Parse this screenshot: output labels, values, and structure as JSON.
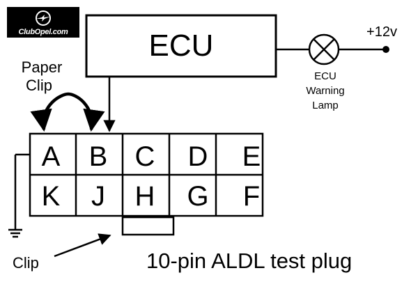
{
  "logo": {
    "text": "ClubOpel.com",
    "icon": "opel-blitz-logo"
  },
  "ecu": {
    "label": "ECU"
  },
  "lamp": {
    "line1": "ECU",
    "line2": "Warning",
    "line3": "Lamp",
    "icon": "warning-lamp-icon"
  },
  "supply": {
    "label": "+12v"
  },
  "paper_clip": {
    "line1": "Paper",
    "line2": "Clip"
  },
  "connector": {
    "top_row": [
      "A",
      "B",
      "C",
      "D",
      "E"
    ],
    "bottom_row": [
      "K",
      "J",
      "H",
      "G",
      "F"
    ]
  },
  "clip": {
    "label": "Clip"
  },
  "caption": "10-pin ALDL test plug"
}
